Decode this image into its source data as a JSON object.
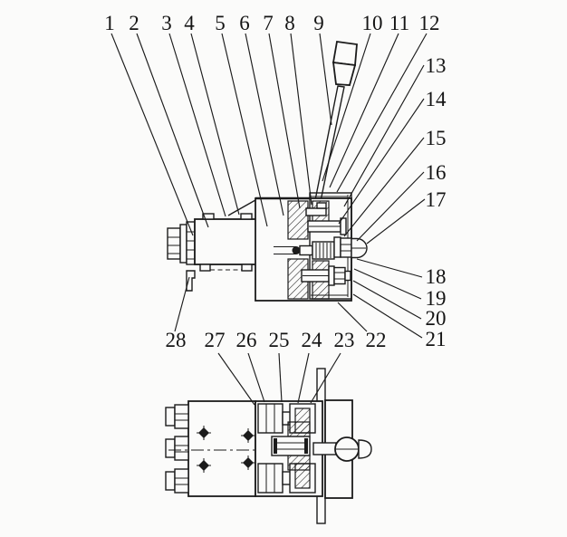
{
  "figure": {
    "kind": "mechanical sectional drawing",
    "subject": "hand-lever operated valve assembly, two projection views",
    "background_color": "#fbfbfa",
    "line_color": "#1b1b1b"
  },
  "callouts": {
    "n1": "1",
    "n2": "2",
    "n3": "3",
    "n4": "4",
    "n5": "5",
    "n6": "6",
    "n7": "7",
    "n8": "8",
    "n9": "9",
    "n10": "10",
    "n11": "11",
    "n12": "12",
    "n13": "13",
    "n14": "14",
    "n15": "15",
    "n16": "16",
    "n17": "17",
    "n18": "18",
    "n19": "19",
    "n20": "20",
    "n21": "21",
    "n22": "22",
    "n23": "23",
    "n24": "24",
    "n25": "25",
    "n26": "26",
    "n27": "27",
    "n28": "28"
  }
}
